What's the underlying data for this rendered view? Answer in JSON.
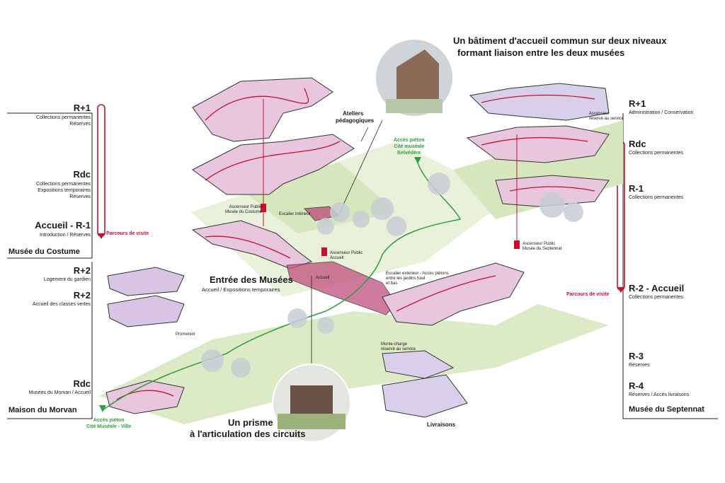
{
  "costume": {
    "name": "Musée du Costume",
    "levels": [
      {
        "code": "R+1",
        "desc": "Collections permanentes\nRéserves"
      },
      {
        "code": "Rdc",
        "desc": "Collections permanentes\nExpositions temporaires\nRéserves"
      },
      {
        "code": "Accueil - R-1",
        "desc": "Introduction / Réserves"
      }
    ],
    "parcours": "Parcours de visite"
  },
  "morvan": {
    "name": "Maison du Morvan",
    "levels": [
      {
        "code": "R+2",
        "desc": "Logement du gardien"
      },
      {
        "code": "R+2",
        "desc": "Accueil des classes vertes"
      },
      {
        "code": "Rdc",
        "desc": "Musées du Morvan / Accueil"
      }
    ]
  },
  "septennat": {
    "name": "Musée du Septennat",
    "levels": [
      {
        "code": "R+1",
        "desc": "Administration / Conservation"
      },
      {
        "code": "Rdc",
        "desc": "Collections permanentes"
      },
      {
        "code": "R-1",
        "desc": "Collections permanentes"
      },
      {
        "code": "R-2 - Accueil",
        "desc": "Collections permanentes"
      },
      {
        "code": "R-3",
        "desc": "Réserves"
      },
      {
        "code": "R-4",
        "desc": "Réserves / Accès livraisons"
      }
    ],
    "parcours": "Parcours de visite"
  },
  "titles": {
    "top_line1": "Un bâtiment d'accueil commun sur deux niveaux",
    "top_line2": "formant liaison entre les deux musées",
    "prisme_line1": "Un prisme",
    "prisme_line2": "à l'articulation des circuits",
    "entree": "Entrée des Musées",
    "entree_sub": "Accueil / Expositions temporaires",
    "ateliers_line1": "Ateliers",
    "ateliers_line2": "pédagogiques",
    "livraisons": "Livraisons"
  },
  "access": {
    "belvedere": "Accès piéton\nCité muséale\nBelvédère",
    "ville": "Accès piéton\nCité Muséale - Ville"
  },
  "small_labels": {
    "asc_costume": "Ascenseur Public\nMusée du Costume",
    "escalier_int": "Escalier intérieur",
    "asc_accueil": "Ascenseur Public\nAccueil",
    "asc_septennat": "Ascenseur Public\nMusée du Septennat",
    "escalier_ext": "Escalier extérieur - Accès piétons\nentre les jardins haut\net bas",
    "monte_charge": "Monte-charge\nréservé au service",
    "asc_service": "Ascenseur\nréservé au service",
    "promenoir": "Promenoir",
    "accueil": "Accueil"
  },
  "colors": {
    "pink_floor": "#e8c6de",
    "lavender_floor": "#d8d0ea",
    "accent_pink": "#c0507a",
    "grass": "#cfe2b0",
    "path_red": "#c8102e",
    "path_green": "#2f9e3e"
  }
}
